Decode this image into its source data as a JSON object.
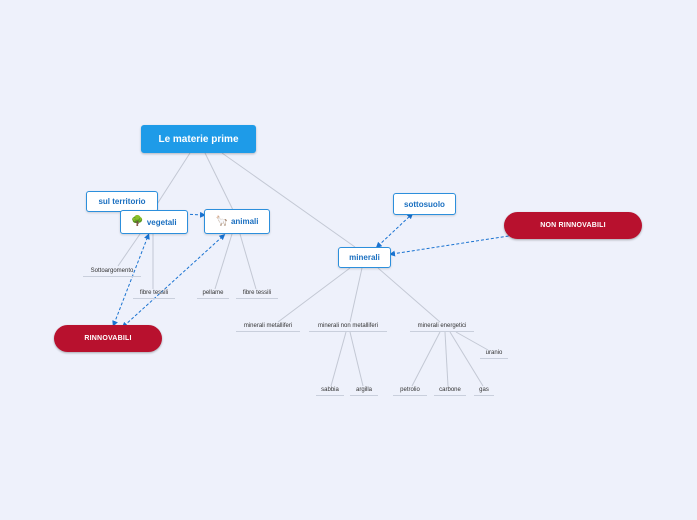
{
  "root": {
    "label": "Le materie prime"
  },
  "nodes": {
    "sul_territorio": "sul territorio",
    "vegetali": "vegetali",
    "vegetali_icon": "🌳",
    "animali": "animali",
    "animali_icon": "🦙",
    "sottosuolo": "sottosuolo",
    "minerali": "minerali",
    "rinnovabili": "RINNOVABILI",
    "non_rinnovabili": "NON RINNOVABILI"
  },
  "leaves": {
    "sottoargomento": "Sottoargomento",
    "fibre_tessili_veg": "fibre tessili",
    "pellame": "pellame",
    "fibre_tessili_anim": "fibre tessili",
    "minerali_metalliferi": "minerali metalliferi",
    "minerali_non_metalliferi": "minerali non metalliferi",
    "minerali_energetici": "minerali energetici",
    "sabbia": "sabbia",
    "argilla": "argilla",
    "petrolio": "petrolio",
    "carbone": "carbone",
    "gas": "gas",
    "uranio": "uranio"
  },
  "colors": {
    "background": "#eef1fb",
    "root": "#1e9be8",
    "node_border": "#2c8fdc",
    "pill": "#b8112e",
    "dashed_link": "#1a73d1",
    "link": "#c3c8d4"
  }
}
